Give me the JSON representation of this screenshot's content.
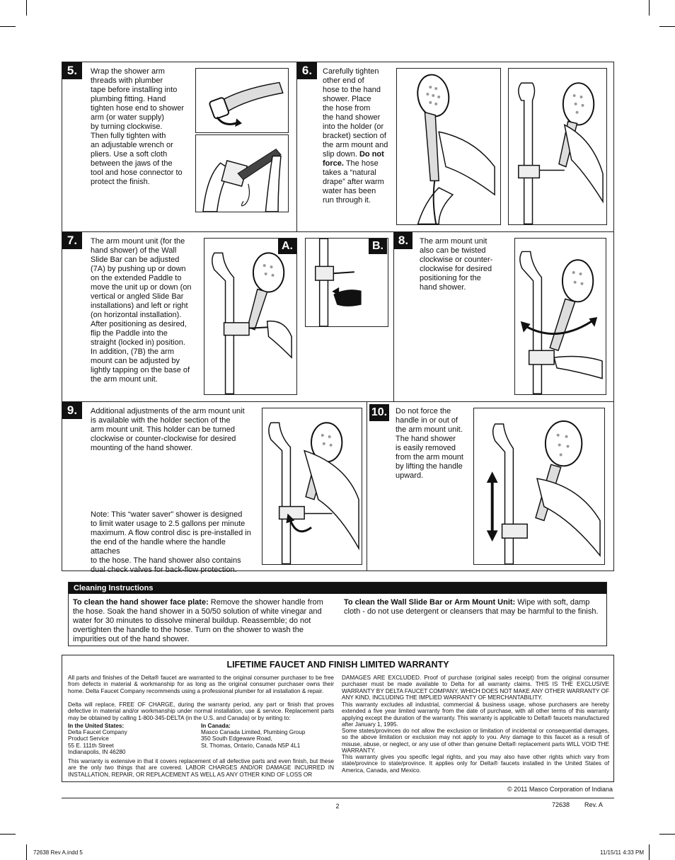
{
  "steps": {
    "s5": {
      "num": "5.",
      "text": "Wrap the shower arm\nthreads with plumber\ntape before installing into\nplumbing fitting.  Hand\ntighten hose end to shower\narm (or water supply)\nby turning clockwise.\nThen fully tighten with\nan adjustable wrench or\npliers.  Use a soft cloth\nbetween the jaws of the\ntool and hose connector to\nprotect the finish."
    },
    "s6": {
      "num": "6.",
      "text_a": "Carefully tighten\nother end of\nhose to the hand\nshower.  Place\nthe hose from\nthe hand shower\ninto the holder (or\nbracket) section of\nthe arm mount and\nslip down.  ",
      "text_bold": "Do not\nforce.",
      "text_b": "  The hose\ntakes a “natural\ndrape” after warm\nwater has been\nrun through it."
    },
    "s7": {
      "num": "7.",
      "text": "The arm mount unit (for the\nhand shower) of the Wall\nSlide Bar can be adjusted\n(7A) by pushing up or down\non the extended Paddle to\nmove the unit up or down (on\nvertical or angled Slide Bar\ninstallations) and left or right\n(on horizontal installation).\nAfter positioning as desired,\nflip the Paddle into the\nstraight (locked in) position.\nIn addition, (7B) the arm\nmount can be adjusted by\nlightly tapping on the base of\nthe arm mount unit.",
      "label_a": "A.",
      "label_b": "B."
    },
    "s8": {
      "num": "8.",
      "text": "The arm mount unit\nalso can be twisted\nclockwise or counter-\nclockwise for desired\npositioning for the\nhand shower."
    },
    "s9": {
      "num": "9.",
      "text": "Additional adjustments of the arm mount unit\nis available with the holder section of the\narm mount unit.  This holder can be turned\nclockwise or counter-clockwise for desired\nmounting of the hand shower.",
      "note": "Note:  This “water saver” shower is designed\nto limit water usage to 2.5 gallons per minute\nmaximum.  A flow control disc is pre-installed in\nthe end of the handle where the handle attaches\nto the hose.  The hand shower also contains\ndual check valves for back-flow protection."
    },
    "s10": {
      "num": "10.",
      "text": "Do not force the\nhandle in or out of\nthe arm mount unit.\nThe hand shower\nis easily removed\nfrom the arm mount\nby lifting the handle\nupward."
    }
  },
  "cleaning": {
    "header": "Cleaning Instructions",
    "left_bold": "To clean the hand shower face plate:",
    "left_text": "  Remove the shower handle from the hose.  Soak the hand shower in a 50/50 solution of white vinegar and water for 30 minutes to dissolve mineral buildup.  Reassemble; do not overtighten the handle to the hose.  Turn on the shower to wash the impurities out of the hand shower.",
    "right_bold": "To clean the Wall Slide Bar or Arm Mount Unit:",
    "right_text": "  Wipe with soft, damp cloth - do not use detergent or cleansers that may be harmful to the finish."
  },
  "warranty": {
    "title": "LIFETIME FAUCET AND FINISH LIMITED WARRANTY",
    "p1": "All parts and finishes of the Delta® faucet are warranted to the original consumer purchaser to be free from defects in material & workmanship for as long as the original consumer purchaser owns their home. Delta Faucet Company recommends using a professional plumber for all installation & repair.",
    "p2": "Delta will replace, FREE OF CHARGE, during the warranty period, any part or finish that proves defective in material and/or workmanship under normal installation, use & service. Replacement parts may be obtained by calling 1-800-345-DELTA (in the U.S. and Canada) or by writing to:",
    "us_head": "In the United States:",
    "us_addr": "Delta Faucet Company\nProduct Service\n55  E. 111th Street\nIndianapolis, IN 46280",
    "ca_head": "In Canada:",
    "ca_addr": "Masco Canada Limited, Plumbing Group\n350 South Edgeware Road,\nSt. Thomas, Ontario, Canada N5P 4L1",
    "p3": "This warranty is extensive in that it covers replacement of all defective parts and even finish, but these are the only two things that are covered. LABOR CHARGES AND/OR DAMAGE INCURRED IN INSTALLATION, REPAIR, OR REPLACEMENT AS WELL AS ANY OTHER KIND OF LOSS OR",
    "p4": "DAMAGES ARE EXCLUDED. Proof of purchase (original sales receipt) from the original consumer purchaser must be made available to Delta for all warranty claims. THIS IS THE EXCLUSIVE WARRANTY BY DELTA FAUCET COMPANY, WHICH DOES NOT MAKE ANY OTHER WARRANTY OF ANY KIND, INCLUDING THE IMPLIED WARRANTY OF MERCHANTABILITY.",
    "p5": "This warranty excludes all industrial, commercial & business usage, whose purchasers are hereby extended a five year limited warranty from the date of purchase, with all other terms of this warranty applying except the duration of the warranty. This warranty is applicable to Delta® faucets manufactured after January 1, 1995.",
    "p6": "Some states/provinces do not allow the exclusion or limitation of incidental or consequential damages, so the above limitation or exclusion may not apply to you. Any damage to this faucet as a result of misuse, abuse, or neglect, or any use of other than genuine Delta® replacement parts WILL VOID THE WARRANTY.",
    "p7": "This warranty gives you specific legal rights, and you may also have other rights which vary from state/province to state/province. It applies only for Delta® faucets installed in the United States of America, Canada, and Mexico."
  },
  "footer": {
    "copyright": "© 2011 Masco Corporation of Indiana",
    "page": "2",
    "docnum": "72638",
    "rev": "Rev. A",
    "slug_left": "72638 Rev A.indd   5",
    "slug_right": "11/15/11   4:33 PM"
  }
}
